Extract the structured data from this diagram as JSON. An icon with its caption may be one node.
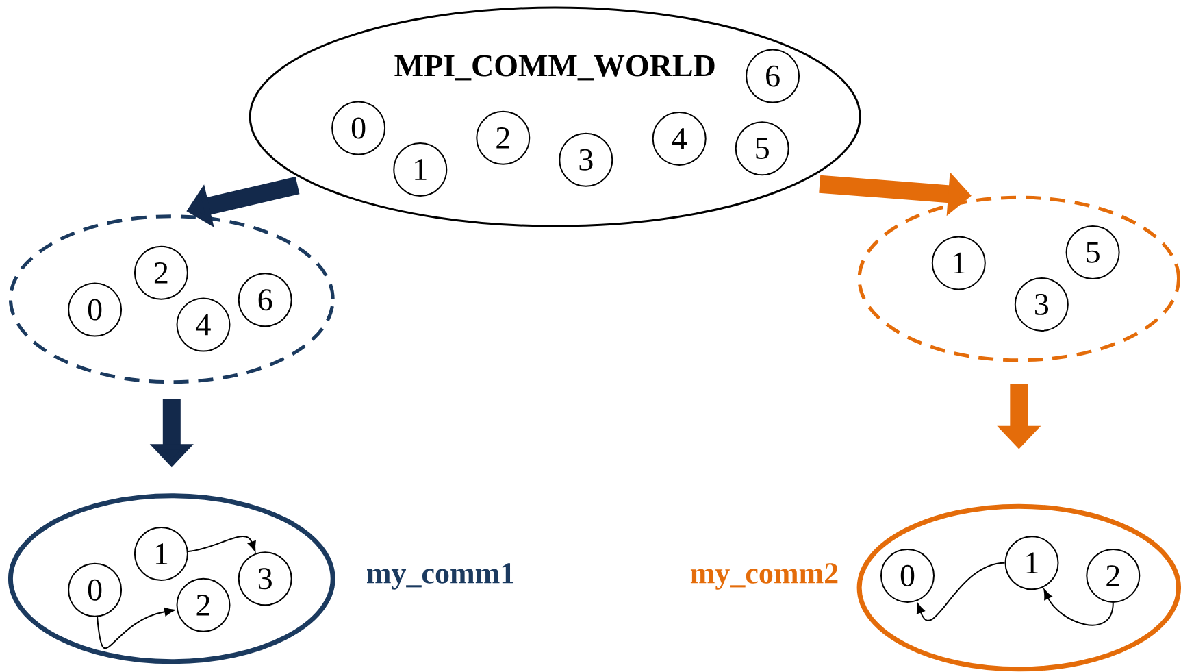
{
  "diagram": {
    "nodes": [
      {
        "text": [
          "MPI_COMM_WORLD"
        ]
      },
      {
        "text": [
          "0"
        ],
        "in": 0
      },
      {
        "text": [
          "1"
        ],
        "in": 0
      },
      {
        "text": [
          "2"
        ],
        "in": 0
      },
      {
        "text": [
          "3"
        ],
        "in": 0
      },
      {
        "text": [
          "4"
        ],
        "in": 0
      },
      {
        "text": [
          "5"
        ],
        "in": 0
      },
      {
        "text": [
          "6"
        ],
        "in": 0
      },
      {
        "text": [],
        "shape": "ellipse"
      },
      {
        "text": [
          "0"
        ],
        "in": 8
      },
      {
        "text": [
          "2"
        ],
        "in": 8
      },
      {
        "text": [
          "4"
        ],
        "in": 8
      },
      {
        "text": [
          "6"
        ],
        "in": 8
      },
      {
        "text": [],
        "shape": "ellipse"
      },
      {
        "text": [
          "1"
        ],
        "in": 13
      },
      {
        "text": [
          "3"
        ],
        "in": 13
      },
      {
        "text": [
          "5"
        ],
        "in": 13
      },
      {
        "text": [],
        "shape": "ellipse",
        "beside": [
          "my_comm1"
        ]
      },
      {
        "text": [
          "0"
        ],
        "in": 17
      },
      {
        "text": [
          "1"
        ],
        "in": 17
      },
      {
        "text": [
          "2"
        ],
        "in": 17
      },
      {
        "text": [
          "3"
        ],
        "in": 17
      },
      {
        "text": [],
        "shape": "ellipse",
        "beside": [
          "my_comm2"
        ]
      },
      {
        "text": [
          "0"
        ],
        "in": 22
      },
      {
        "text": [
          "1"
        ],
        "in": 22
      },
      {
        "text": [
          "2"
        ],
        "in": 22
      }
    ],
    "edges": [
      {
        "from": 0,
        "to": 8,
        "arrow": "to",
        "style": "thick",
        "color": "#13294b"
      },
      {
        "from": 0,
        "to": 13,
        "arrow": "to",
        "style": "thick",
        "color": "#e46c0a"
      },
      {
        "from": 8,
        "to": 17,
        "arrow": "to",
        "style": "thick",
        "color": "#13294b"
      },
      {
        "from": 13,
        "to": 22,
        "arrow": "to",
        "style": "thick",
        "color": "#e46c0a"
      },
      {
        "from": 18,
        "to": 20,
        "arrow": "to"
      },
      {
        "from": 19,
        "to": 21,
        "arrow": "to"
      },
      {
        "from": 24,
        "to": 23,
        "arrow": "to"
      },
      {
        "from": 25,
        "to": 24,
        "arrow": "to"
      }
    ]
  }
}
